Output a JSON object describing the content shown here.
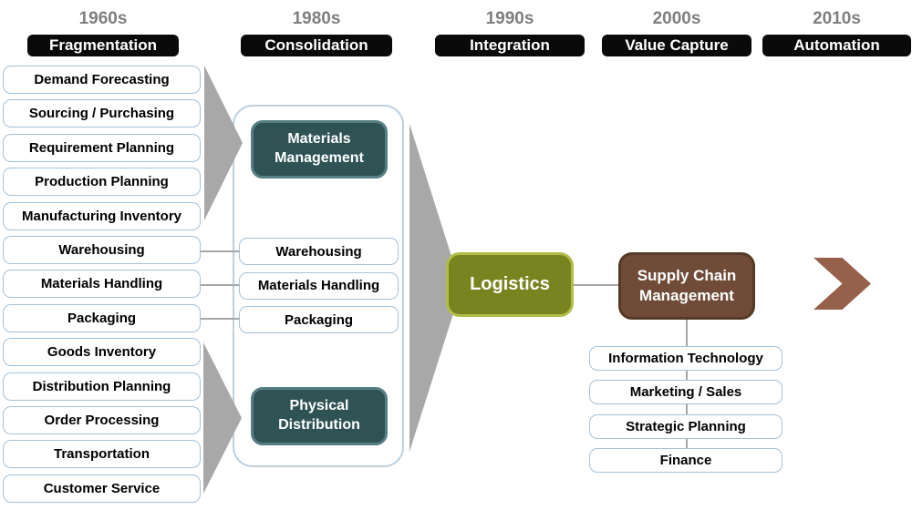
{
  "eras": [
    {
      "year": "1960s",
      "label": "Fragmentation"
    },
    {
      "year": "1980s",
      "label": "Consolidation"
    },
    {
      "year": "1990s",
      "label": "Integration"
    },
    {
      "year": "2000s",
      "label": "Value Capture"
    },
    {
      "year": "2010s",
      "label": "Automation"
    }
  ],
  "fragmentation_items": [
    "Demand Forecasting",
    "Sourcing / Purchasing",
    "Requirement Planning",
    "Production Planning",
    "Manufacturing Inventory",
    "Warehousing",
    "Materials Handling",
    "Packaging",
    "Goods Inventory",
    "Distribution Planning",
    "Order Processing",
    "Transportation",
    "Customer Service"
  ],
  "consolidation": {
    "materials_management": "Materials Management",
    "items": [
      "Warehousing",
      "Materials Handling",
      "Packaging"
    ],
    "physical_distribution": "Physical Distribution"
  },
  "integration": {
    "logistics": "Logistics"
  },
  "value_capture": {
    "scm": "Supply Chain Management",
    "functions": [
      "Information Technology",
      "Marketing / Sales",
      "Strategic Planning",
      "Finance"
    ]
  },
  "icons": {
    "forward_chevron": "chevron-right"
  },
  "colors": {
    "era_year_text": "#7f7f7f",
    "era_pill_bg": "#0a0a0a",
    "era_pill_text": "#ffffff",
    "box_border_blue": "#a4c2da",
    "container_border": "#bcd0e0",
    "teal_fill": "#2f5355",
    "teal_border": "#557f82",
    "olive_fill": "#78841f",
    "olive_border": "#b1bd48",
    "brown_fill": "#6f4b38",
    "brown_border": "#553a28",
    "chevron_brown": "#96614b",
    "arrow_gray": "#a8a8a8",
    "line_gray": "#a6a6a6"
  }
}
